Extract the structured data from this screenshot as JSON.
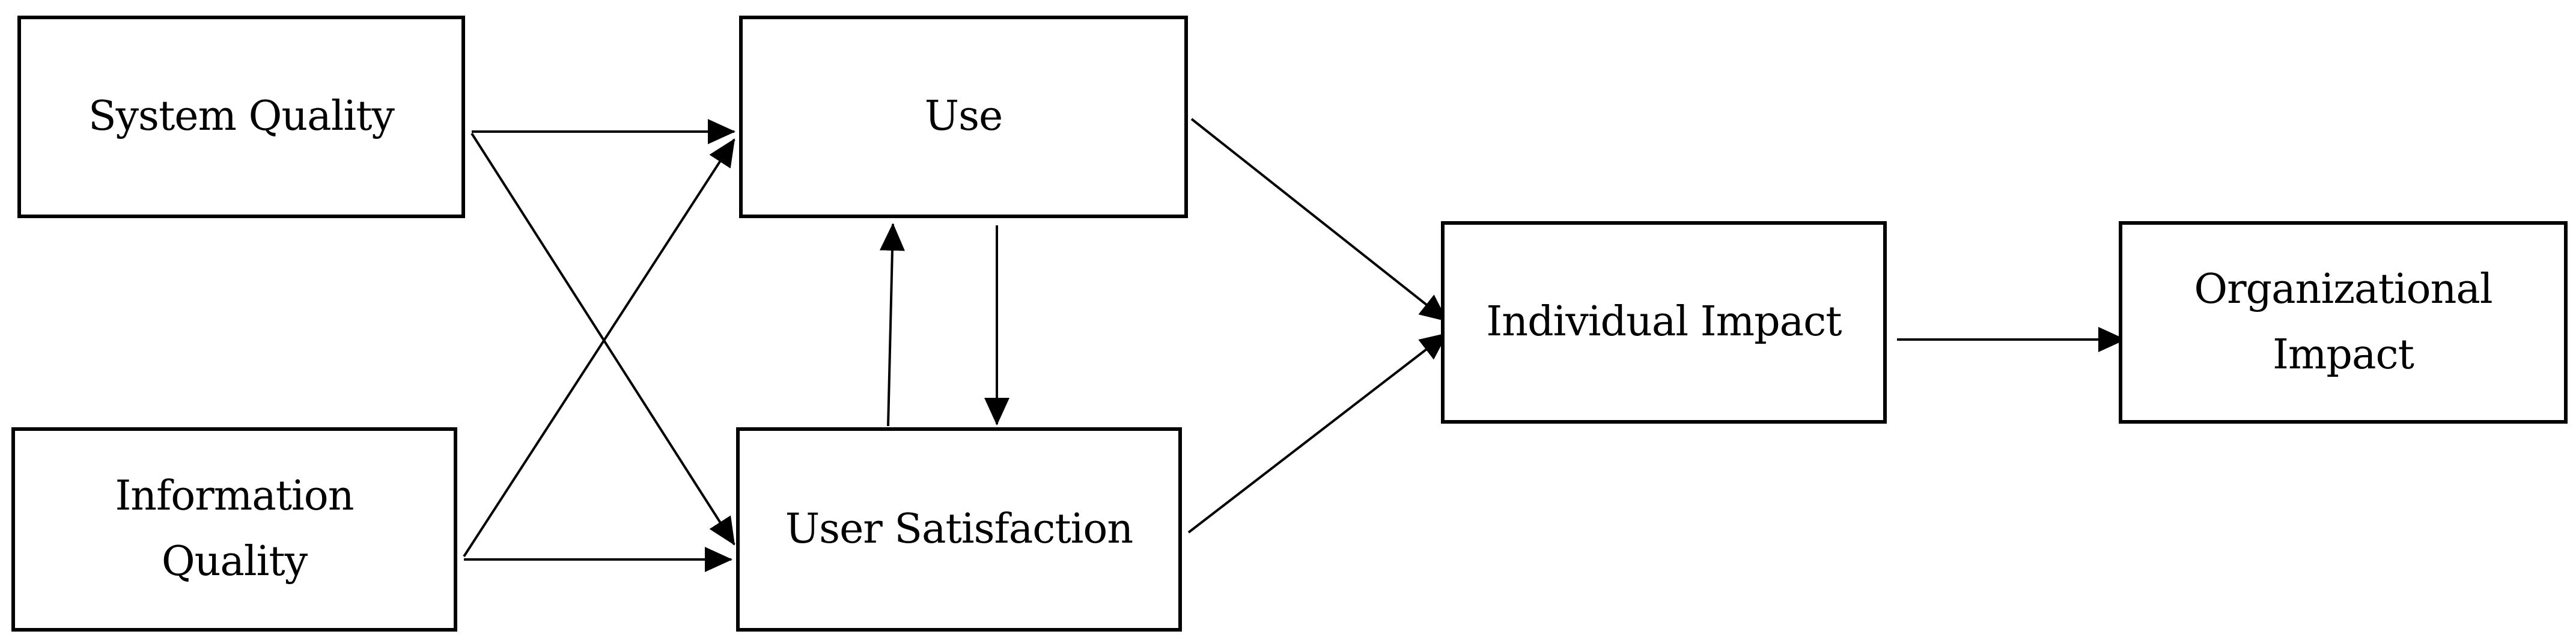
{
  "nodes": {
    "system_quality": {
      "lines": [
        "System Quality"
      ]
    },
    "information_quality": {
      "lines": [
        "Information",
        "Quality"
      ]
    },
    "use": {
      "lines": [
        "Use"
      ]
    },
    "user_satisfaction": {
      "lines": [
        "User Satisfaction"
      ]
    },
    "individual_impact": {
      "lines": [
        "Individual Impact"
      ]
    },
    "organizational_impact": {
      "lines": [
        "Organizational",
        "Impact"
      ]
    }
  },
  "edges": [
    {
      "from": "system_quality",
      "to": "use"
    },
    {
      "from": "system_quality",
      "to": "user_satisfaction"
    },
    {
      "from": "information_quality",
      "to": "use"
    },
    {
      "from": "information_quality",
      "to": "user_satisfaction"
    },
    {
      "from": "use",
      "to": "user_satisfaction"
    },
    {
      "from": "user_satisfaction",
      "to": "use"
    },
    {
      "from": "use",
      "to": "individual_impact"
    },
    {
      "from": "user_satisfaction",
      "to": "individual_impact"
    },
    {
      "from": "individual_impact",
      "to": "organizational_impact"
    }
  ],
  "colors": {
    "stroke": "#000000",
    "background": "#ffffff"
  }
}
